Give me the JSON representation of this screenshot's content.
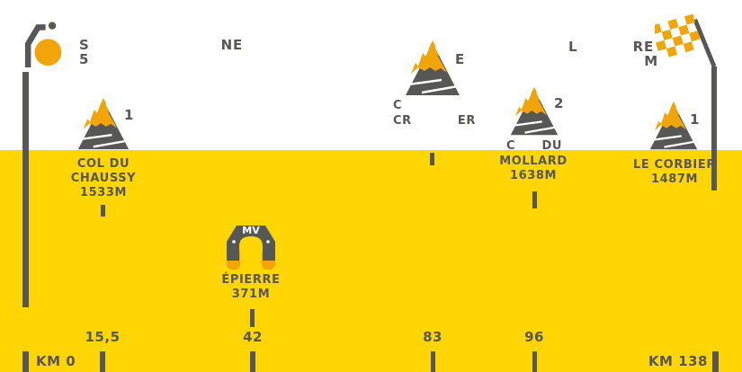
{
  "colors": {
    "yellow": "#FFD503",
    "orange": "#F2A50A",
    "gray": "#575756"
  },
  "start": {
    "line1_start": "S",
    "line1_end": "NE",
    "line2_start": "5"
  },
  "finish": {
    "line1_start": "L",
    "line1_end": "RE",
    "line2_end": "M"
  },
  "climbs": {
    "chaussy": {
      "badge": "1",
      "line1": "COL DU",
      "line2": "CHAUSSY",
      "altitude": "1533M"
    },
    "croix": {
      "badge": "E",
      "line1_start": "C",
      "line2_start": "CR",
      "line2_end": "ER"
    },
    "mollard": {
      "badge": "2",
      "line1_start": "C",
      "line1_end": "DU",
      "line2": "MOLLARD",
      "altitude": "1638M"
    },
    "corbier": {
      "badge": "1",
      "line1": "LE CORBIER",
      "altitude": "1487M"
    }
  },
  "sprint": {
    "arch_label": "MV",
    "name": "ÉPIERRE",
    "altitude": "371M"
  },
  "markers": {
    "km_start": "KM 0",
    "t1": "15,5",
    "t2": "42",
    "t3": "83",
    "t4": "96",
    "km_finish": "KM 138"
  }
}
